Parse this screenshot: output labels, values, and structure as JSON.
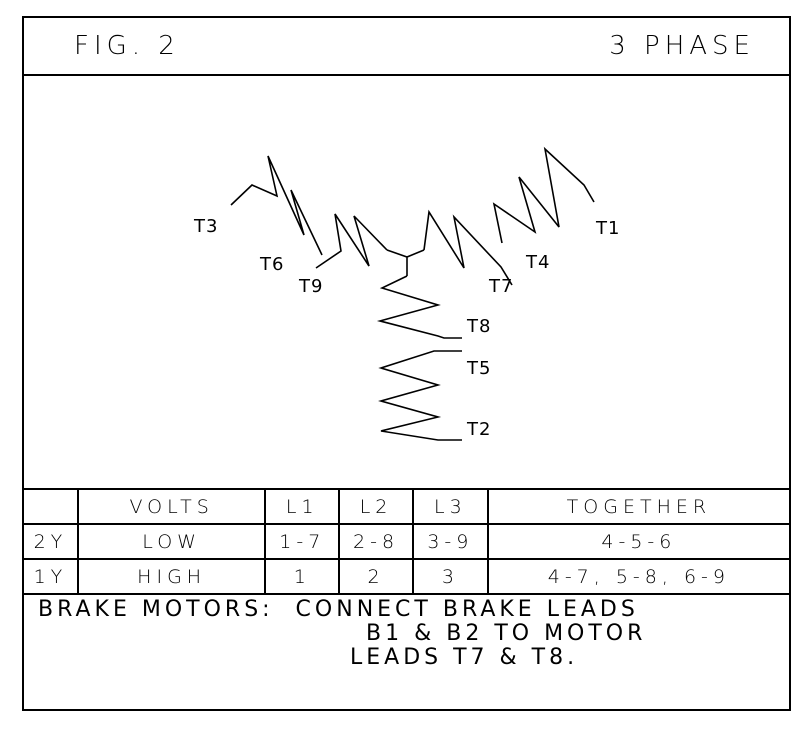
{
  "header": {
    "fig_label": "FIG. 2",
    "phase_label": "3 PHASE"
  },
  "diagram": {
    "leads": {
      "T1": "T1",
      "T2": "T2",
      "T3": "T3",
      "T4": "T4",
      "T5": "T5",
      "T6": "T6",
      "T7": "T7",
      "T8": "T8",
      "T9": "T9"
    }
  },
  "table": {
    "headers": [
      "",
      "VOLTS",
      "L1",
      "L2",
      "L3",
      "TOGETHER"
    ],
    "rows": [
      [
        "2Y",
        "LOW",
        "1-7",
        "2-8",
        "3-9",
        "4-5-6"
      ],
      [
        "1Y",
        "HIGH",
        "1",
        "2",
        "3",
        "4-7, 5-8, 6-9"
      ]
    ]
  },
  "note": {
    "line1": "BRAKE MOTORS:  CONNECT BRAKE LEADS",
    "line2": "B1 & B2 TO MOTOR",
    "line3": "LEADS T7 & T8."
  }
}
